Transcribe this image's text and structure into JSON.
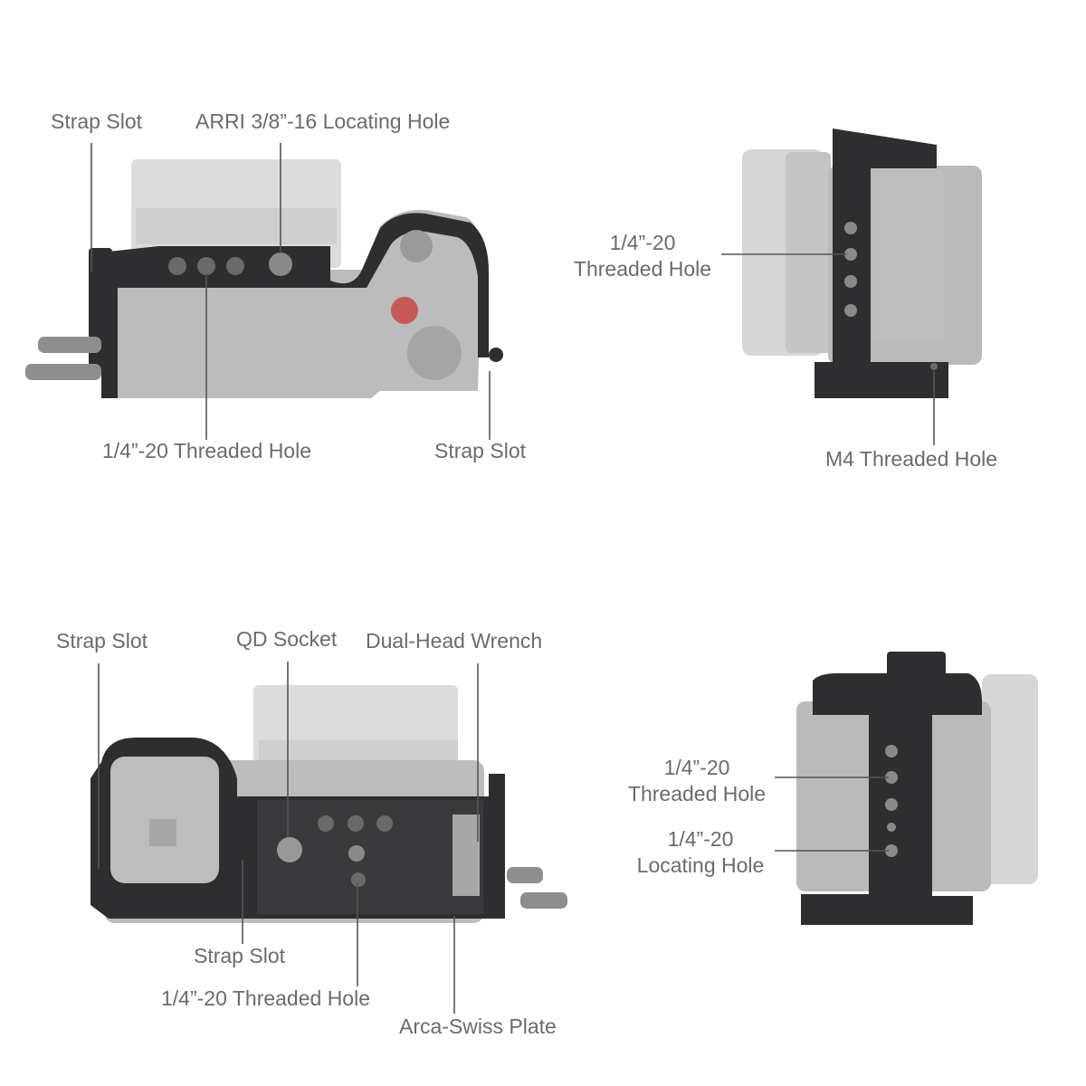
{
  "colors": {
    "label_text": "#6b6b6b",
    "leader_line": "#555555",
    "camera_body": "#b8b8b8",
    "camera_lens_ghost": "#d9d9d9",
    "cage_metal": "#2e2e30"
  },
  "views": {
    "top_view": {
      "strap_slot_left": "Strap Slot",
      "arri_hole": "ARRI 3/8”-16 Locating Hole",
      "threaded_hole": "1/4”-20 Threaded Hole",
      "strap_slot_right": "Strap Slot"
    },
    "side_view_right": {
      "threaded_hole_line1": "1/4”-20",
      "threaded_hole_line2": "Threaded Hole",
      "m4_hole": "M4 Threaded Hole"
    },
    "bottom_view": {
      "strap_slot_left": "Strap Slot",
      "qd_socket": "QD Socket",
      "wrench": "Dual-Head Wrench",
      "strap_slot_bottom": "Strap Slot",
      "threaded_hole": "1/4”-20 Threaded Hole",
      "arca_plate": "Arca-Swiss Plate"
    },
    "side_view_left": {
      "threaded_hole_line1": "1/4”-20",
      "threaded_hole_line2": "Threaded Hole",
      "locating_hole_line1": "1/4”-20",
      "locating_hole_line2": "Locating Hole"
    }
  }
}
